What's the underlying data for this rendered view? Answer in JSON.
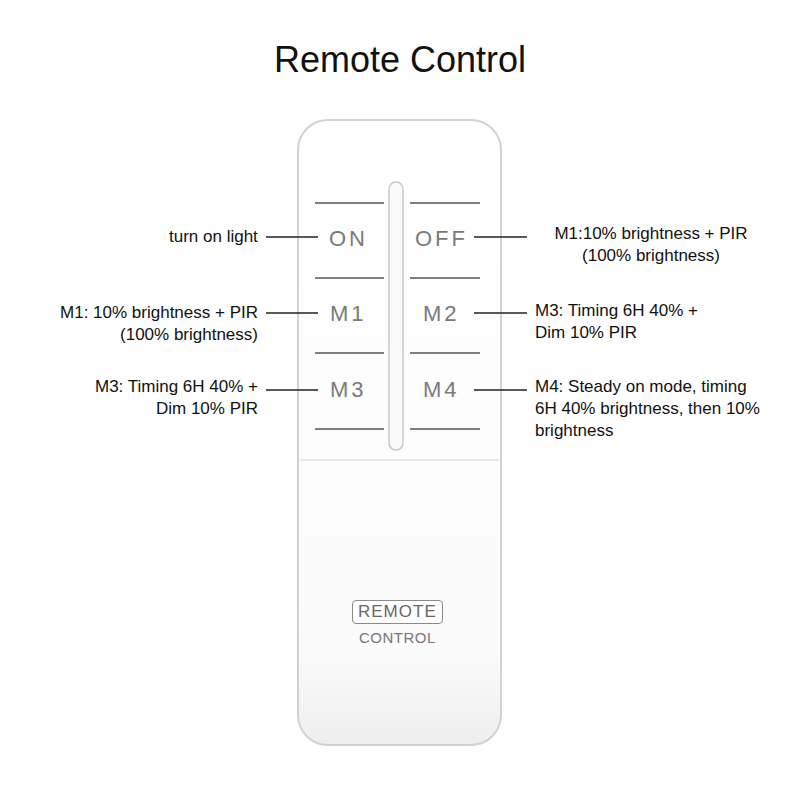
{
  "diagram": {
    "title": "Remote Control",
    "nodes": [
      {
        "text": [
          "REMOTE"
        ]
      }
    ],
    "labels": [
      "ON",
      "OFF",
      "M1",
      "M2",
      "M3",
      "M4",
      "turn on light",
      "M1:10% brightness + PIR (100% brightness)",
      "M1: 10% brightness + PIR (100% brightness)",
      "M3: Timing 6H 40% + Dim 10% PIR",
      "M3: Timing 6H 40% + Dim 10% PIR",
      "M4: Steady on mode, timing 6H 40% brightness, then 10% brightness",
      "CONTROL"
    ]
  }
}
